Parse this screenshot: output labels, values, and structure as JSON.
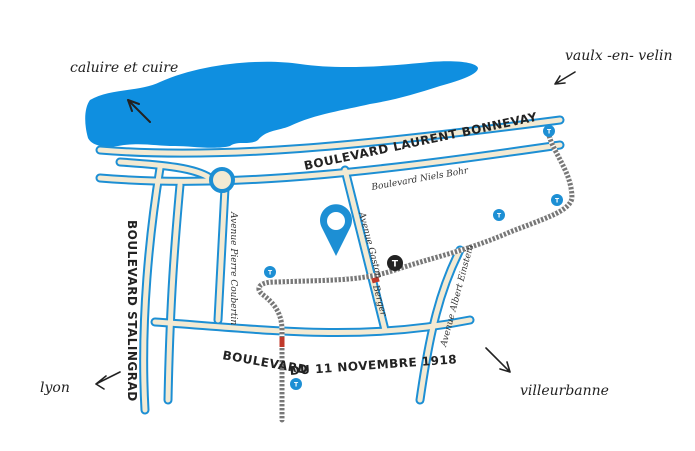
{
  "colors": {
    "water": "#0f8fe0",
    "road": "#1d8fd4",
    "marker": "#1d8fd4",
    "rail": "#777777",
    "station": "#222222"
  },
  "streets": {
    "laurent_bonnevay": "BOULEVARD LAURENT BONNEVAY",
    "niels_bohr": "Boulevard Niels Bohr",
    "stalingrad": "BOULEVARD STALINGRAD",
    "pierre_coubertin": "Avenue Pierre Coubertin",
    "gaston": "Avenue Gaston",
    "berger": "Berger",
    "albert_einstein": "Avenue Albert Einstein",
    "boulevard": "BOULEVARD",
    "novembre": "DU 11 NOVEMBRE 1918"
  },
  "directions": {
    "caluire": "caluire et cuire",
    "vaulx": "vaulx -en- velin",
    "lyon": "lyon",
    "villeurbanne": "villeurbanne"
  },
  "icons": {
    "tram_stop_letter": "T",
    "station_letter": "T",
    "marker": "location-pin-icon"
  }
}
